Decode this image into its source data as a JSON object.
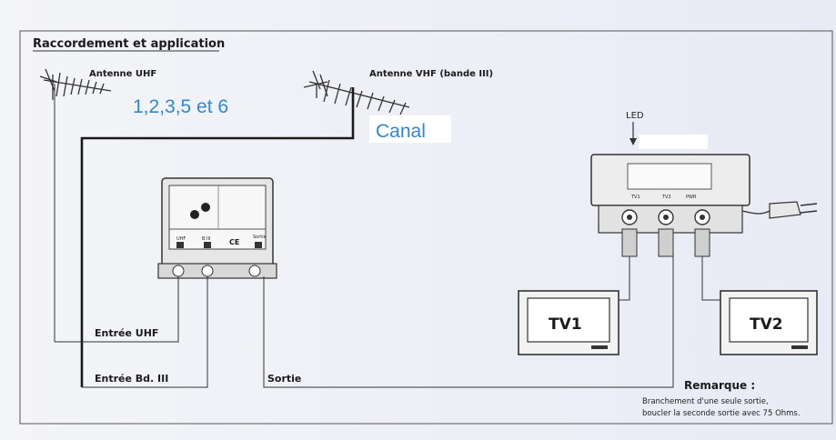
{
  "section_title": "Raccordement et application",
  "antenna_uhf": {
    "label": "Antenne UHF",
    "channels": "1,2,3,5 et 6"
  },
  "antenna_vhf": {
    "label": "Antenne VHF (bande III)",
    "channel_label": "Canal"
  },
  "amplifier": {
    "marks": [
      "UHF",
      "B III",
      "CE",
      "Sortie"
    ]
  },
  "inputs": {
    "uhf": "Entrée UHF",
    "band3": "Entrée Bd. III",
    "output": "Sortie"
  },
  "splitter": {
    "led_label": "LED",
    "port_marks": [
      "TV1",
      "TV2",
      "PWR"
    ]
  },
  "tvs": [
    "TV1",
    "TV2"
  ],
  "remark": {
    "title": "Remarque :",
    "lines": [
      "Branchement d'une seule sortie,",
      "boucler la seconde sortie avec 75 Ohms."
    ]
  },
  "colors": {
    "line": "#2b2b2b",
    "blue_text": "#2f86d6",
    "panel": "#ffffff"
  }
}
